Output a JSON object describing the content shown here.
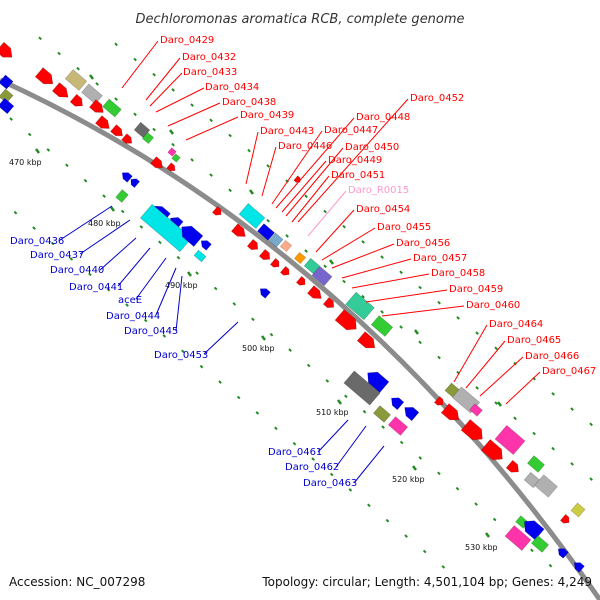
{
  "title": "Dechloromonas aromatica RCB, complete genome",
  "accession": "Accession: NC_007298",
  "topology": "Topology: circular; Length: 4,501,104 bp; Genes: 4,249",
  "colors": {
    "backbone": "#8c8c8c",
    "label_top": "#ff0000",
    "label_bottom": "#0000cc",
    "label_rna": "#ff99cc",
    "tick": "#228b22"
  },
  "kbp_labels": [
    "470 kbp",
    "480 kbp",
    "490 kbp",
    "500 kbp",
    "510 kbp",
    "520 kbp",
    "530 kbp"
  ],
  "top_labels": [
    "Daro_0429",
    "Daro_0432",
    "Daro_0433",
    "Daro_0434",
    "Daro_0438",
    "Daro_0439",
    "Daro_0443",
    "Daro_0446",
    "Daro_0447",
    "Daro_0448",
    "Daro_0449",
    "Daro_0450",
    "Daro_0451",
    "Daro_0452",
    "Daro_R0015",
    "Daro_0454",
    "Daro_0455",
    "Daro_0456",
    "Daro_0457",
    "Daro_0458",
    "Daro_0459",
    "Daro_0460",
    "Daro_0464",
    "Daro_0465",
    "Daro_0466",
    "Daro_0467"
  ],
  "bottom_labels": [
    "Daro_0436",
    "Daro_0437",
    "Daro_0440",
    "Daro_0441",
    "aceE",
    "Daro_0444",
    "Daro_0445",
    "Daro_0453",
    "Daro_0461",
    "Daro_0462",
    "Daro_0463"
  ]
}
